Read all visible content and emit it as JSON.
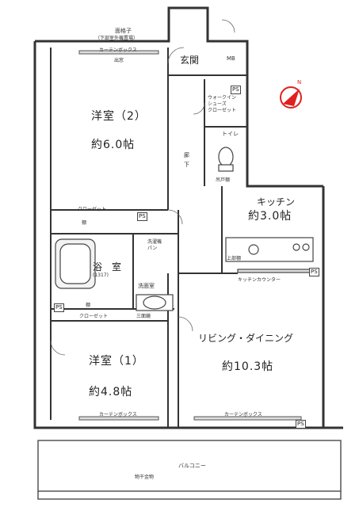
{
  "top_note": {
    "line1": "面格子",
    "line2": "（下部室外機置場）"
  },
  "rooms": {
    "western2": {
      "name": "洋室（2）",
      "size": "約6.0帖"
    },
    "western1": {
      "name": "洋室（1）",
      "size": "約4.8帖"
    },
    "kitchen": {
      "name": "キッチン",
      "size": "約3.0帖"
    },
    "living": {
      "name": "リビング・ダイニング",
      "size": "約10.3帖"
    },
    "entrance": "玄関",
    "mb": "MB",
    "walkin": "ウォークイン\nシューズ\nクローゼット",
    "toilet": "トイレ",
    "hallway": "廊\n下",
    "bath": "浴　室",
    "bath_size": "(1317)",
    "washroom": "洗面室",
    "washer": "洗濯機\nパン",
    "balcony": "バルコニー"
  },
  "labels": {
    "closet": "クローゼット",
    "shelf": "棚",
    "curtain_box": "カーテンボックス",
    "curtain_box_top": "カーテンボックス",
    "ps": "PS",
    "kitchen_counter": "キッチンカウンター",
    "upper_cabinet": "上部棚",
    "drying_rack": "物干金物",
    "hanging_cabinet": "吊戸棚",
    "top_exit": "出窓",
    "three_sided": "三面鏡",
    "north": "N"
  },
  "colors": {
    "compass_red": "#e02020",
    "wall": "#333333"
  }
}
